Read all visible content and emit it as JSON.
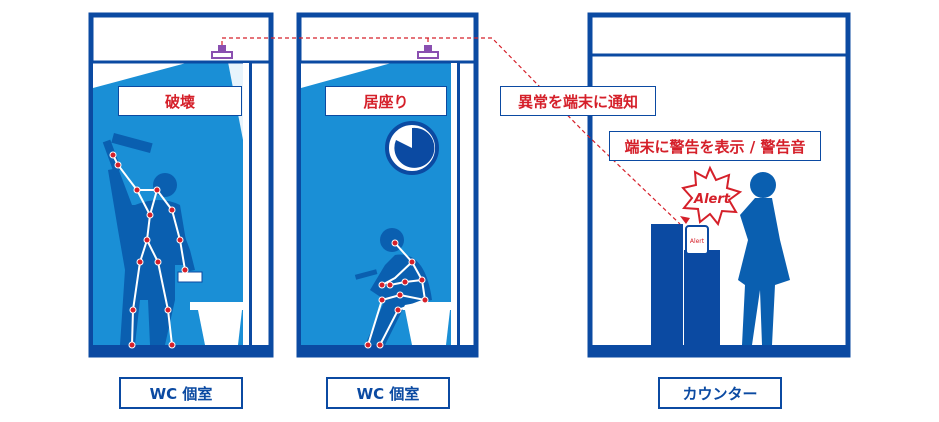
{
  "rooms": {
    "left": {
      "action_label": "破壊",
      "caption": "WC 個室"
    },
    "middle": {
      "action_label": "居座り",
      "caption": "WC 個室"
    },
    "right": {
      "caption": "カウンター"
    }
  },
  "notifications": {
    "notify_terminal": "異常を端末に通知",
    "display_warning": "端末に警告を表示 / 警告音",
    "alert_badge": "Alert",
    "device_screen_text": "Alert"
  },
  "colors": {
    "frame_blue": "#0b4aa2",
    "light_blue": "#1a8fd6",
    "figure_blue": "#0a5fb0",
    "alert_red": "#d5202a",
    "sensor_purple": "#8a4fb0"
  },
  "icons": [
    "ceiling-sensor-icon",
    "clock-icon",
    "hammer-icon",
    "toilet-icon",
    "mobile-terminal-icon",
    "alert-burst-icon"
  ]
}
